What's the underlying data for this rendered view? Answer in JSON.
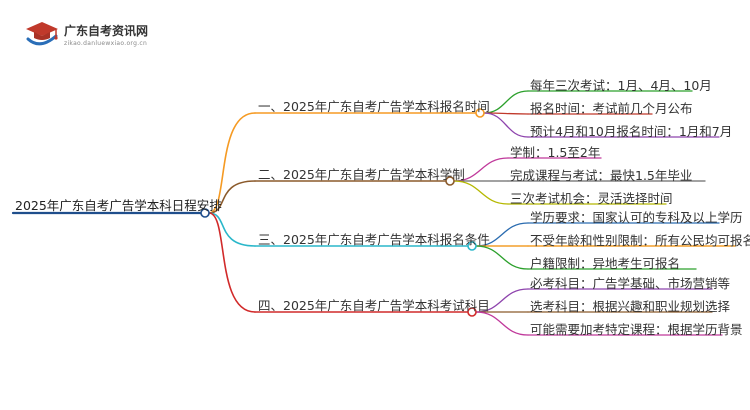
{
  "site": {
    "name": "广东自考资讯网",
    "domain": "zikao.danluewxiao.org.cn",
    "logo_icon": "graduation-cap-icon",
    "colors": {
      "cap": "#c0392b",
      "swoosh": "#2a6eb8"
    }
  },
  "mindmap": {
    "root": {
      "label": "2025年广东自考广告学本科日程安排",
      "color": "#1f4e8c"
    },
    "branches": [
      {
        "label": "一、2025年广东自考广告学本科报名时间",
        "color": "#f59a23",
        "children": [
          {
            "label": "每年三次考试：1月、4月、10月",
            "color": "#2ca02c"
          },
          {
            "label": "报名时间：考试前几个月公布",
            "color": "#c0392b"
          },
          {
            "label": "预计4月和10月报名时间：1月和7月",
            "color": "#8e44ad"
          }
        ]
      },
      {
        "label": "二、2025年广东自考广告学本科学制",
        "color": "#8b5a2b",
        "children": [
          {
            "label": "学制：1.5至2年",
            "color": "#c0399b"
          },
          {
            "label": "完成课程与考试：最快1.5年毕业",
            "color": "#6b6b6b"
          },
          {
            "label": "三次考试机会：灵活选择时间",
            "color": "#b5b800"
          }
        ]
      },
      {
        "label": "三、2025年广东自考广告学本科报名条件",
        "color": "#2ab7ca",
        "children": [
          {
            "label": "学历要求：国家认可的专科及以上学历",
            "color": "#2b6cb0"
          },
          {
            "label": "不受年龄和性别限制：所有公民均可报名",
            "color": "#f08c00"
          },
          {
            "label": "户籍限制：异地考生可报名",
            "color": "#2ca02c"
          }
        ]
      },
      {
        "label": "四、2025年广东自考广告学本科考试科目",
        "color": "#d12a2a",
        "children": [
          {
            "label": "必考科目：广告学基础、市场营销等",
            "color": "#8e44ad"
          },
          {
            "label": "选考科目：根据兴趣和职业规划选择",
            "color": "#8b5a2b"
          },
          {
            "label": "可能需要加考特定课程：根据学历背景",
            "color": "#c0399b"
          }
        ]
      }
    ]
  }
}
